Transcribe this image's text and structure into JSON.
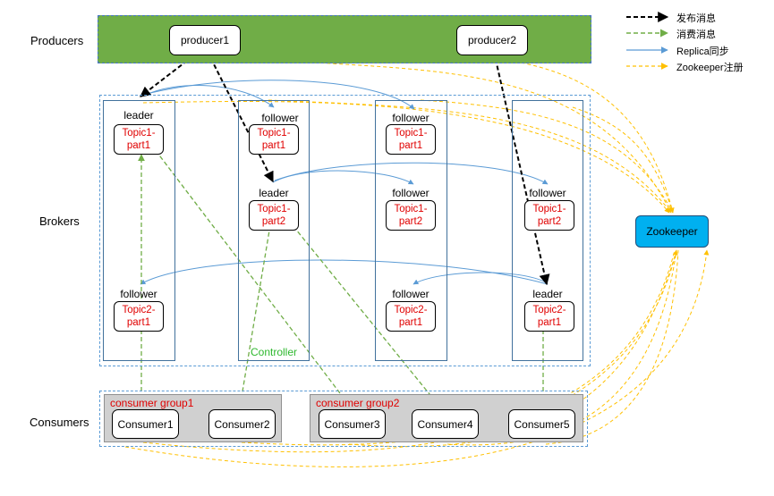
{
  "rows": {
    "producers": "Producers",
    "brokers": "Brokers",
    "consumers": "Consumers"
  },
  "producers": [
    "producer1",
    "producer2"
  ],
  "brokers": [
    {
      "top": {
        "role": "leader",
        "line1": "Topic1-",
        "line2": "part1"
      },
      "bottom": {
        "role": "follower",
        "line1": "Topic2-",
        "line2": "part1"
      }
    },
    {
      "top": {
        "role": "follower",
        "line1": "Topic1-",
        "line2": "part1"
      },
      "mid": {
        "role": "leader",
        "line1": "Topic1-",
        "line2": "part2"
      },
      "extra": "Controller"
    },
    {
      "top": {
        "role": "follower",
        "line1": "Topic1-",
        "line2": "part1"
      },
      "mid": {
        "role": "follower",
        "line1": "Topic1-",
        "line2": "part2"
      },
      "bottom": {
        "role": "follower",
        "line1": "Topic2-",
        "line2": "part1"
      }
    },
    {
      "mid": {
        "role": "follower",
        "line1": "Topic1-",
        "line2": "part2"
      },
      "bottom": {
        "role": "leader",
        "line1": "Topic2-",
        "line2": "part1"
      }
    }
  ],
  "consumer_groups": [
    {
      "label": "consumer group1",
      "consumers": [
        "Consumer1",
        "Consumer2"
      ]
    },
    {
      "label": "consumer group2",
      "consumers": [
        "Consumer3",
        "Consumer4",
        "Consumer5"
      ]
    }
  ],
  "zookeeper": "Zookeeper",
  "legend": [
    {
      "label": "发布消息",
      "color": "#000000"
    },
    {
      "label": "消费消息",
      "color": "#70ad47"
    },
    {
      "label": "Replica同步",
      "color": "#5b9bd5"
    },
    {
      "label": "Zookeeper注册",
      "color": "#ffc000"
    }
  ],
  "colors": {
    "producer_band": "#70ad47",
    "zookeeper": "#00b0f0",
    "partition_text": "#e00000",
    "controller_text": "#2eb82e"
  }
}
